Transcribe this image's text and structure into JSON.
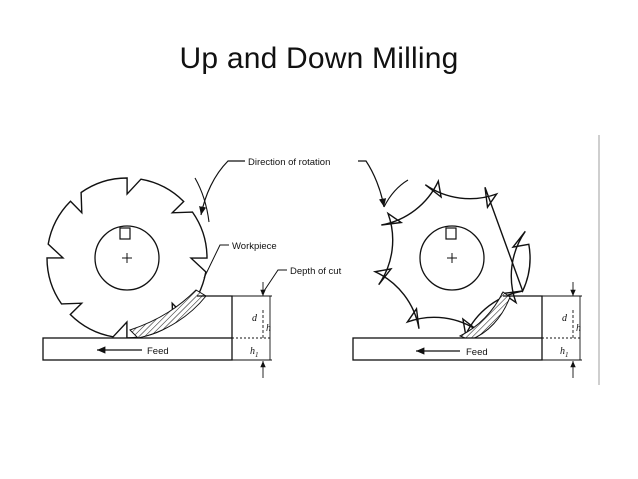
{
  "slide": {
    "title": "Up and Down Milling"
  },
  "diagram": {
    "labels": {
      "direction_of_rotation": "Direction of rotation",
      "workpiece": "Workpiece",
      "depth_of_cut": "Depth of cut",
      "feed": "Feed",
      "d": "d",
      "h": "h",
      "h1": "h1"
    }
  }
}
